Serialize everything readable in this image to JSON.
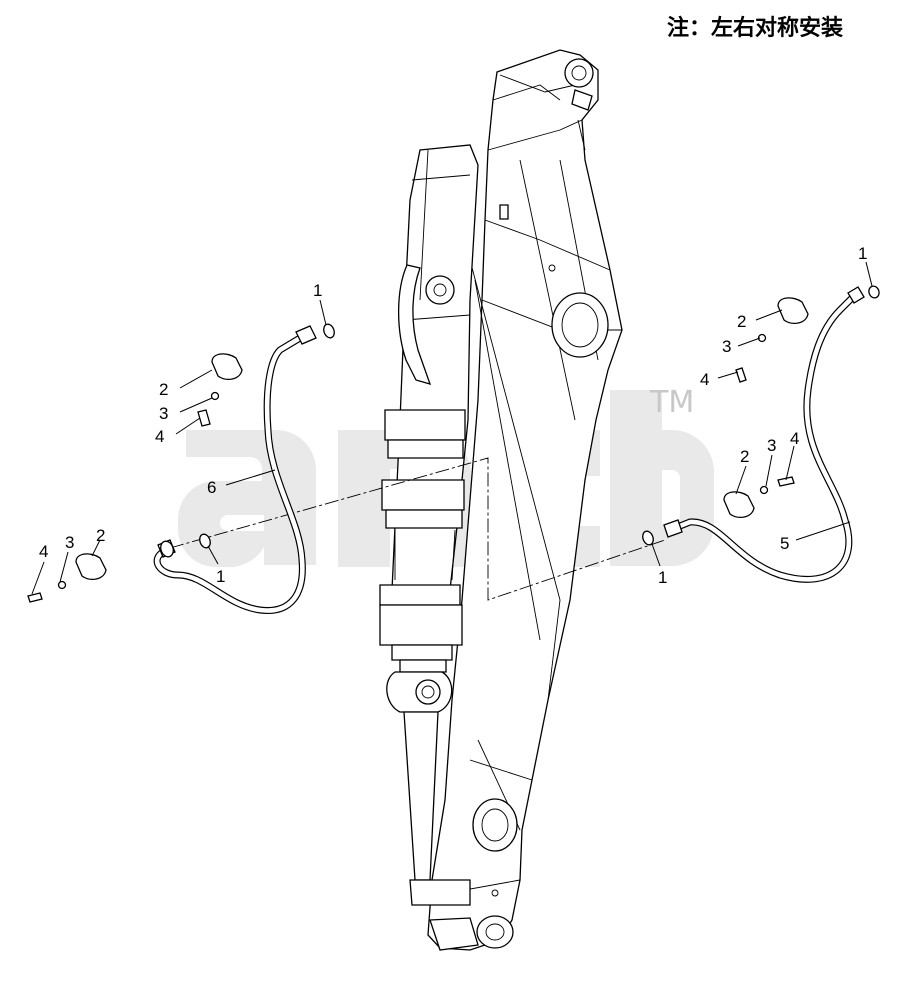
{
  "note": "注：左右对称安装",
  "watermark": {
    "text": "ancb",
    "trademark": "TM"
  },
  "callouts": [
    {
      "id": "c-left-1-top",
      "label": "1"
    },
    {
      "id": "c-left-2",
      "label": "2"
    },
    {
      "id": "c-left-3",
      "label": "3"
    },
    {
      "id": "c-left-4",
      "label": "4"
    },
    {
      "id": "c-left-6",
      "label": "6"
    },
    {
      "id": "c-left-1-bottom",
      "label": "1"
    },
    {
      "id": "c-far-4",
      "label": "4"
    },
    {
      "id": "c-far-3",
      "label": "3"
    },
    {
      "id": "c-far-2",
      "label": "2"
    },
    {
      "id": "c-right-1-top",
      "label": "1"
    },
    {
      "id": "c-right-2-top",
      "label": "2"
    },
    {
      "id": "c-right-3-top",
      "label": "3"
    },
    {
      "id": "c-right-4-top",
      "label": "4"
    },
    {
      "id": "c-right-2-mid",
      "label": "2"
    },
    {
      "id": "c-right-3-mid",
      "label": "3"
    },
    {
      "id": "c-right-4-mid",
      "label": "4"
    },
    {
      "id": "c-right-5",
      "label": "5"
    },
    {
      "id": "c-right-1-bottom",
      "label": "1"
    }
  ]
}
